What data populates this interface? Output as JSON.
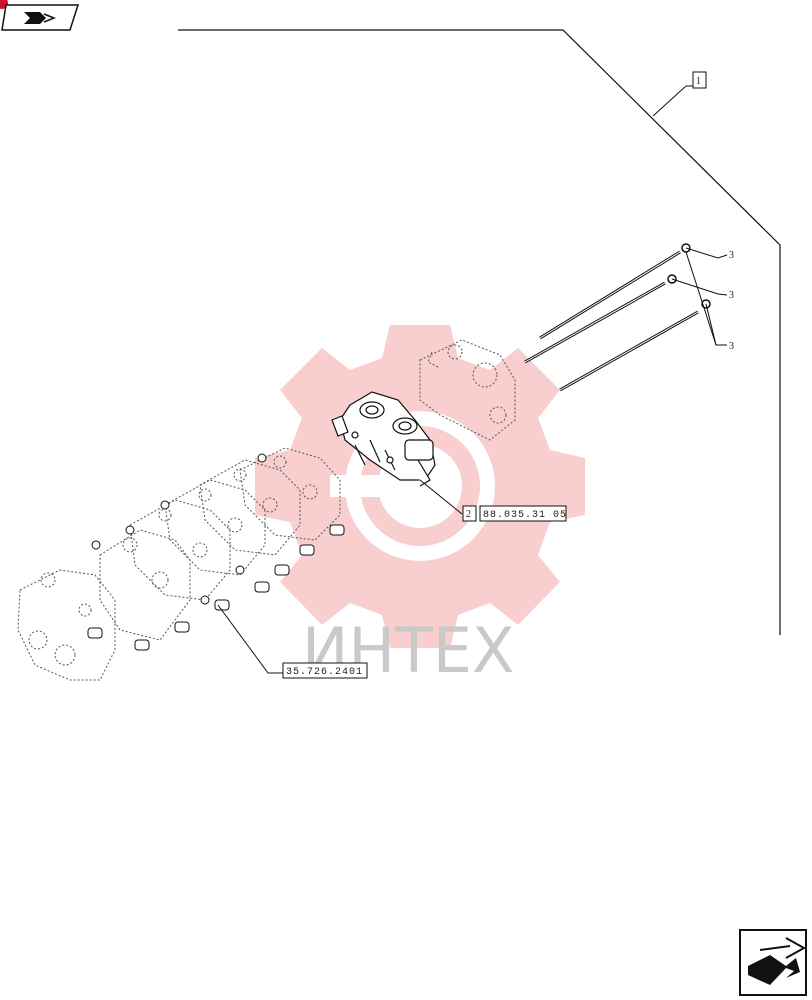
{
  "callouts": {
    "item_1": "1",
    "item_2": "2",
    "item_3a": "3",
    "item_3b": "3",
    "item_3c": "3",
    "ref_2": "88.035.31 05",
    "ref_valve_bank": "35.726.2401"
  },
  "watermark": {
    "text": "ИНТЕХ",
    "gear_color": "#f4a7a7"
  },
  "nav": {
    "prev_icon": "arrow-back-icon",
    "next_icon": "arrow-next-icon"
  },
  "colors": {
    "line": "#111111",
    "dotted": "#666666",
    "accent": "#d1142e"
  }
}
